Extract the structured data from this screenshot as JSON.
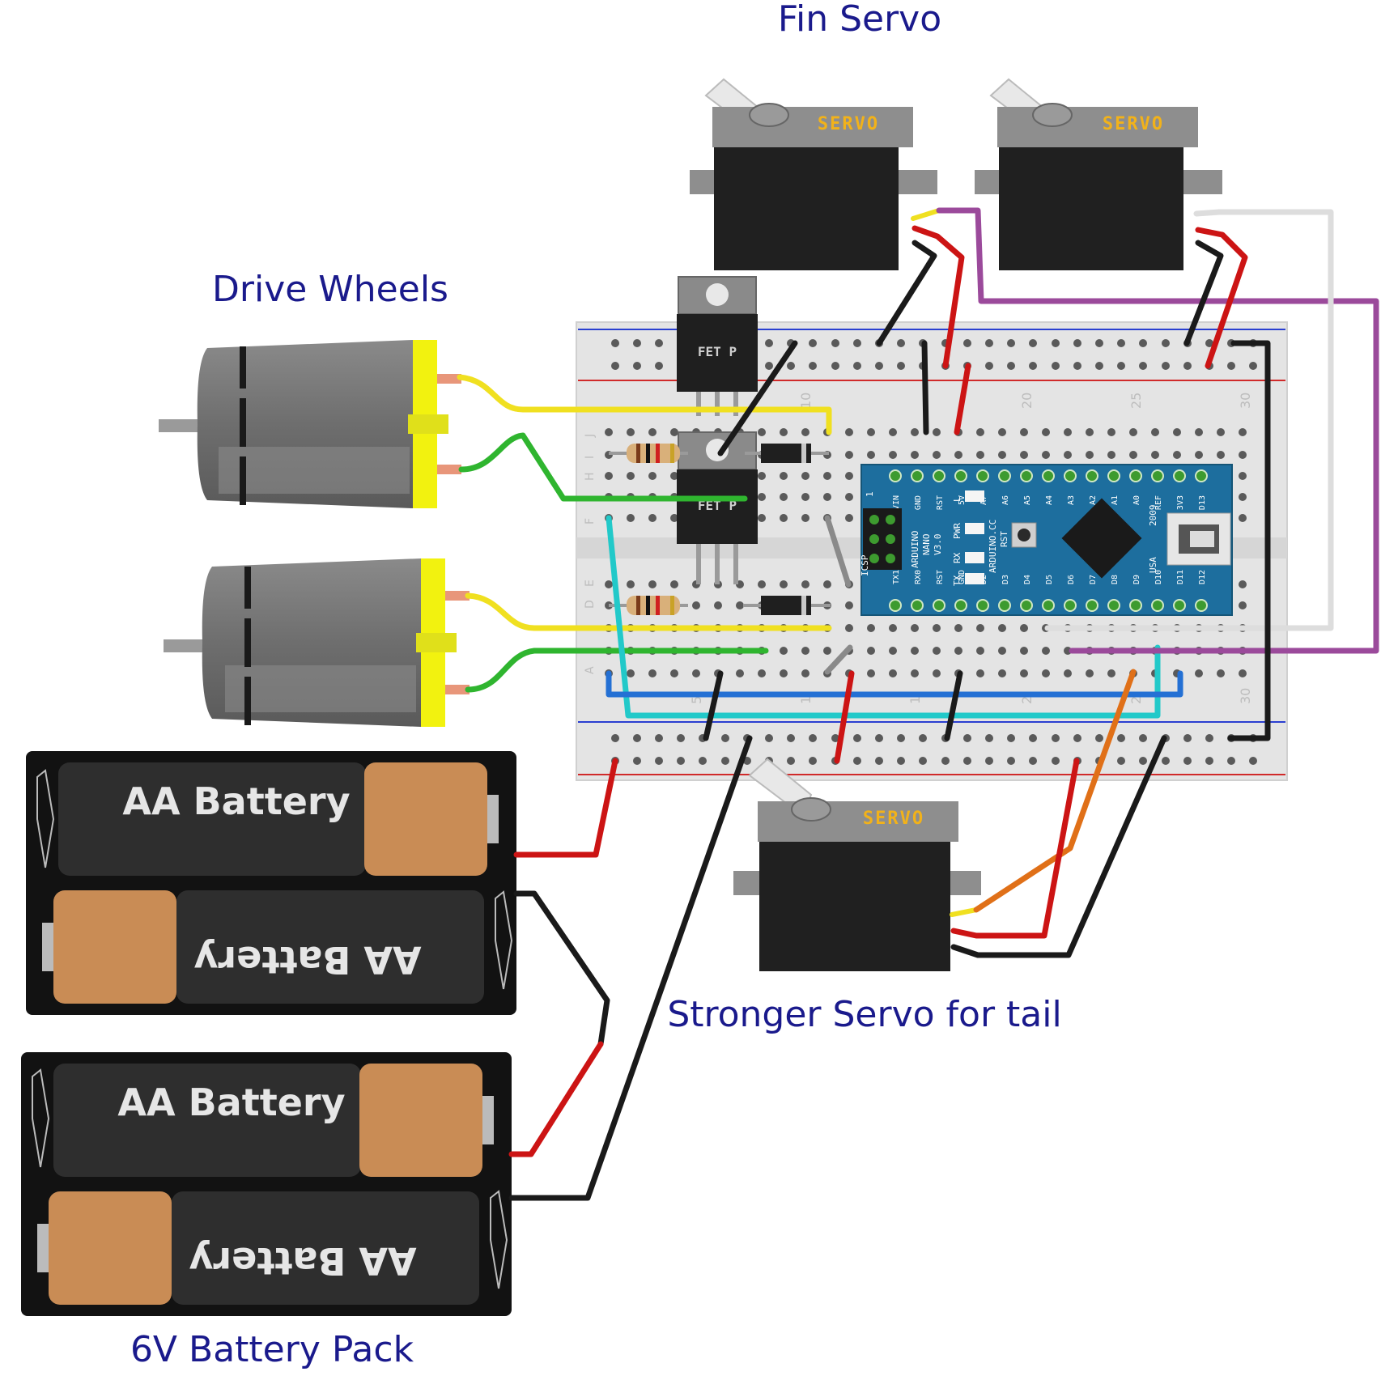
{
  "labels": {
    "fin_servo": "Fin Servo",
    "drive_wheels": "Drive Wheels",
    "tail_servo": "Stronger Servo for tail",
    "battery_pack": "6V Battery Pack"
  },
  "components": {
    "servo_label": "SERVO",
    "fet_label": "FET P",
    "battery_label": "AA Battery",
    "nano": {
      "brand": "ARDUINO",
      "model": "NANO",
      "version": "V3.0",
      "site": "ARDUINO.CC",
      "year": "2009",
      "country": "USA",
      "icsp": "ICSP",
      "icsp_pin1": "1",
      "rst_button": "RST",
      "leds": [
        "L",
        "PWR",
        "RX",
        "TX"
      ],
      "top_pins": [
        "D13",
        "3V3",
        "REF",
        "A0",
        "A1",
        "A2",
        "A3",
        "A4",
        "A5",
        "A6",
        "A7",
        "5V",
        "RST",
        "GND",
        "VIN"
      ],
      "bottom_pins": [
        "D12",
        "D11",
        "D10",
        "D9",
        "D8",
        "D7",
        "D6",
        "D5",
        "D4",
        "D3",
        "D2",
        "GND",
        "RST",
        "RX0",
        "TX1"
      ]
    }
  },
  "breadboard": {
    "column_numbers_top": [
      "10",
      "20",
      "25",
      "30"
    ],
    "column_numbers_bottom": [
      "5",
      "1",
      "1",
      "2",
      "2",
      "30"
    ],
    "row_letters": [
      "J",
      "I",
      "H",
      "F",
      "E",
      "D",
      "A"
    ]
  },
  "colors": {
    "label_text": "#1a1a8c",
    "servo_gold": "#f2b21a",
    "nano_blue": "#1d6e9e",
    "motor_yellow": "#f2f20f",
    "wire_red": "#cc1414",
    "wire_black": "#1a1a1a",
    "wire_yellow": "#f0e020",
    "wire_green": "#2fb52f",
    "wire_purple": "#9b4a9b",
    "wire_cyan": "#22c9c9",
    "wire_blue": "#2470d4",
    "wire_orange": "#e07018",
    "wire_white": "#dddddd"
  }
}
